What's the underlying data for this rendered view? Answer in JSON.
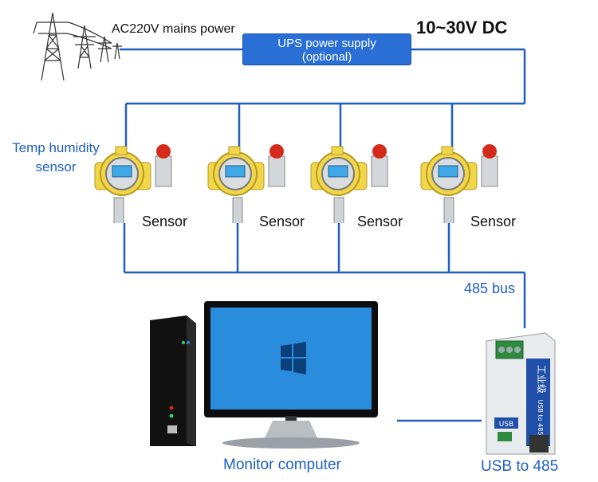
{
  "power": {
    "mains_label": "AC220V mains power",
    "dc_label": "10~30V DC",
    "ups": {
      "line1": "UPS power supply",
      "line2": "(optional)"
    }
  },
  "temp_humidity_label": {
    "line1": "Temp humidity",
    "line2": "sensor"
  },
  "sensors": [
    {
      "label": "Sensor"
    },
    {
      "label": "Sensor"
    },
    {
      "label": "Sensor"
    },
    {
      "label": "Sensor"
    }
  ],
  "bus_label": "485 bus",
  "computer_label": "Monitor computer",
  "converter": {
    "label": "USB to 485",
    "device_text": "工业级",
    "device_subtext": "USB to 485",
    "port_label": "USB"
  },
  "colors": {
    "wire": "#1f5fbf",
    "label_blue": "#1f5fbf",
    "ups_fill": "#2a6fd6",
    "sensor_body": "#f2d64a",
    "alarm_red": "#d42a1c"
  }
}
